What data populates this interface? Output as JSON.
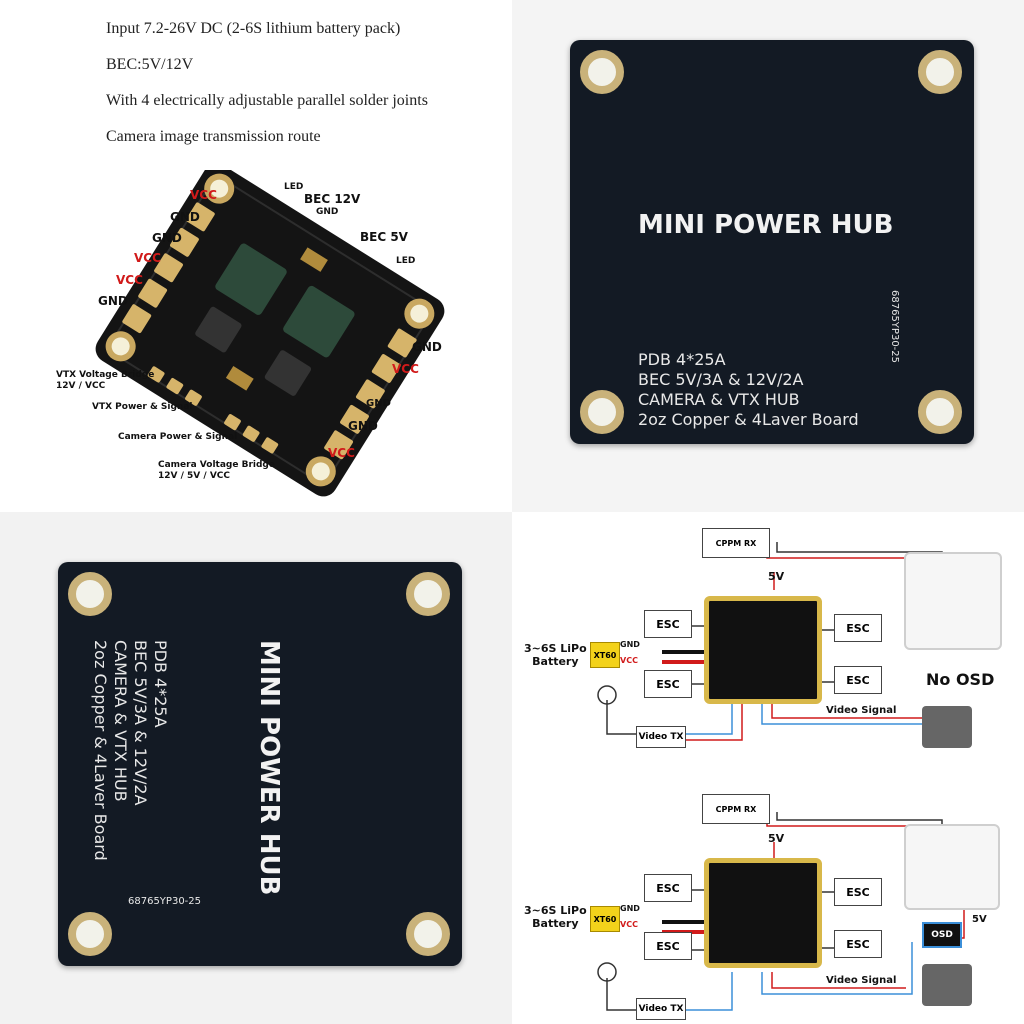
{
  "specs": [
    "Input 7.2-26V DC (2-6S lithium battery pack)",
    "BEC:5V/12V",
    "With 4 electrically adjustable parallel solder joints",
    "Camera image transmission route"
  ],
  "pcb_labels": {
    "led_top": "LED",
    "bec12": "BEC 12V",
    "gnd_small": "GND",
    "bec5": "BEC 5V",
    "led_right": "LED",
    "left": [
      "VCC",
      "GND",
      "GND",
      "VCC",
      "VCC",
      "GND"
    ],
    "right": [
      "GND",
      "VCC",
      "GND",
      "GND",
      "VCC"
    ],
    "vtx_bridge": "VTX Voltage Bridge\n12V / VCC",
    "vtx_power": "VTX Power & Signal",
    "cam_power": "Camera Power & Signal",
    "cam_bridge": "Camera Voltage Bridge\n12V / 5V / VCC"
  },
  "board_back": {
    "title": "MINI POWER HUB",
    "serial": "68765YP30-25",
    "lines": [
      "PDB  4*25A",
      "BEC  5V/3A & 12V/2A",
      "CAMERA  & VTX HUB",
      "2oz Copper & 4Laver  Board"
    ]
  },
  "wiring": {
    "rx": "CPPM RX",
    "v5": "5V",
    "esc": "ESC",
    "battery": "3~6S LiPo\nBattery",
    "xt60": "XT60",
    "gnd": "GND",
    "vcc": "VCC",
    "video_tx": "Video TX",
    "video_signal": "Video Signal",
    "no_osd": "No OSD",
    "osd": "OSD"
  },
  "colors": {
    "board": "#131a24",
    "vcc": "#d11a1a",
    "pad": "#c9b27a",
    "xt60": "#f3d21b"
  }
}
